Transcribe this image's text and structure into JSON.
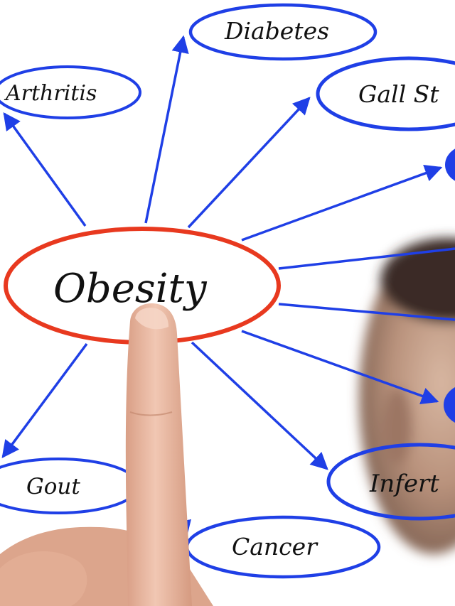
{
  "colors": {
    "arrow": "#1f3fe6",
    "ellipse": "#1f3fe6",
    "center_ellipse": "#e8391f",
    "text": "#111111",
    "skin": "#e9b9a1"
  },
  "center": {
    "label": "Obesity"
  },
  "nodes": [
    {
      "id": "arthritis",
      "label": "Arthritis"
    },
    {
      "id": "diabetes",
      "label": "Diabetes"
    },
    {
      "id": "gall-stones",
      "label": "Gall St"
    },
    {
      "id": "gout",
      "label": "Gout"
    },
    {
      "id": "cancer",
      "label": "Cancer"
    },
    {
      "id": "infertility",
      "label": "Infert"
    }
  ],
  "scene": {
    "hand": "pointing-finger",
    "person": "blurred-head"
  }
}
